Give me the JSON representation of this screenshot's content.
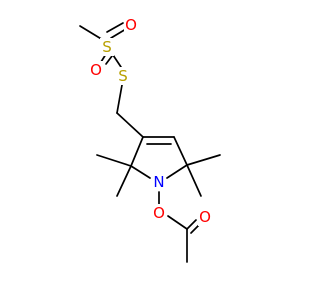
{
  "molecule": {
    "atoms": {
      "S_sulfonyl": "S",
      "O_sulfonyl_upper": "O",
      "O_sulfonyl_lower": "O",
      "S_thio": "S",
      "N_ring": "N",
      "O_N": "O",
      "O_carbonyl": "O"
    }
  },
  "colors": {
    "bond": "#000000",
    "S_thio": "#b8a000",
    "S_sulfonyl": "#b8a000",
    "O_sulfonyl_upper": "#ff0000",
    "O_sulfonyl_lower": "#ff0000",
    "O_N": "#ff0000",
    "O_carbonyl": "#ff0000",
    "N_ring": "#0000ff",
    "background": "#ffffff"
  }
}
